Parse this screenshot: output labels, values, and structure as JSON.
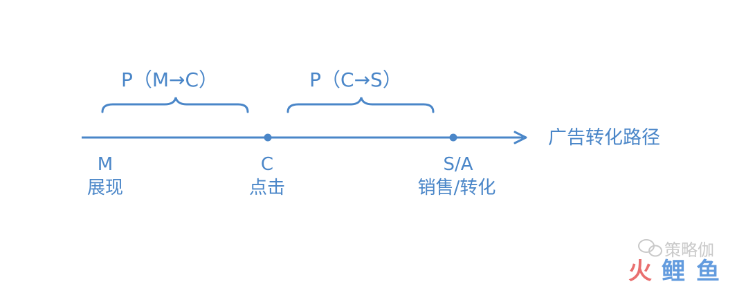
{
  "colors": {
    "primary": "#4a86c8",
    "watermark": "#c9c9c9",
    "watermark_red": "#e44b4b",
    "watermark_blue": "#3b82d6"
  },
  "axis": {
    "label": "广告转化路径"
  },
  "stages": [
    {
      "code": "M",
      "name": "展现"
    },
    {
      "code": "C",
      "name": "点击"
    },
    {
      "code": "S/A",
      "name": "销售/转化"
    }
  ],
  "braces": [
    {
      "label": "P（M→C）"
    },
    {
      "label": "P（C→S）"
    }
  ],
  "watermark": {
    "text": "策略伽",
    "logo_chars": [
      "火",
      "鲤",
      "鱼"
    ]
  }
}
